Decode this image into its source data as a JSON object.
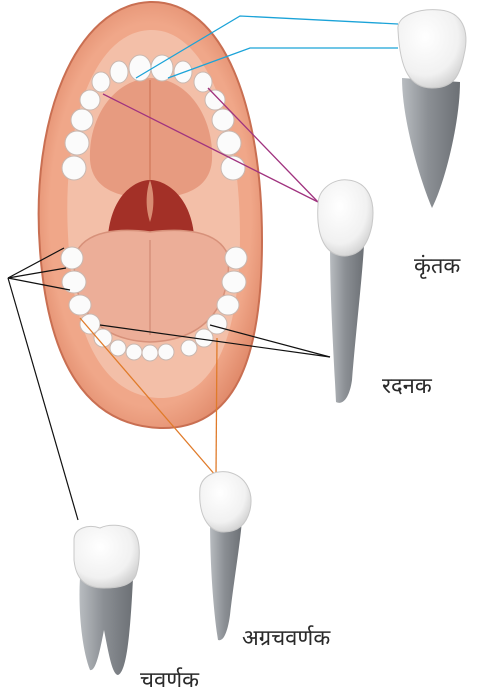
{
  "labels": {
    "incisor": "कृंतक",
    "canine": "रदनक",
    "premolar": "अग्रचवर्णक",
    "molar": "चवर्णक"
  },
  "colors": {
    "incisor_lines": "#1ba3d8",
    "canine_lines": "#a0337f",
    "premolar_lines": "#e07b2a",
    "molar_lines": "#111111",
    "lips": "#e38e6f",
    "mouth_interior": "#f0b8a2",
    "palate": "#e79b80",
    "throat": "#a33027",
    "tongue": "#ecae98",
    "tooth_crown": "#f7f7f7",
    "tooth_root": "#8f9398"
  },
  "icons": [
    "open-mouth-illustration",
    "incisor-tooth",
    "canine-tooth",
    "premolar-tooth",
    "molar-tooth"
  ]
}
